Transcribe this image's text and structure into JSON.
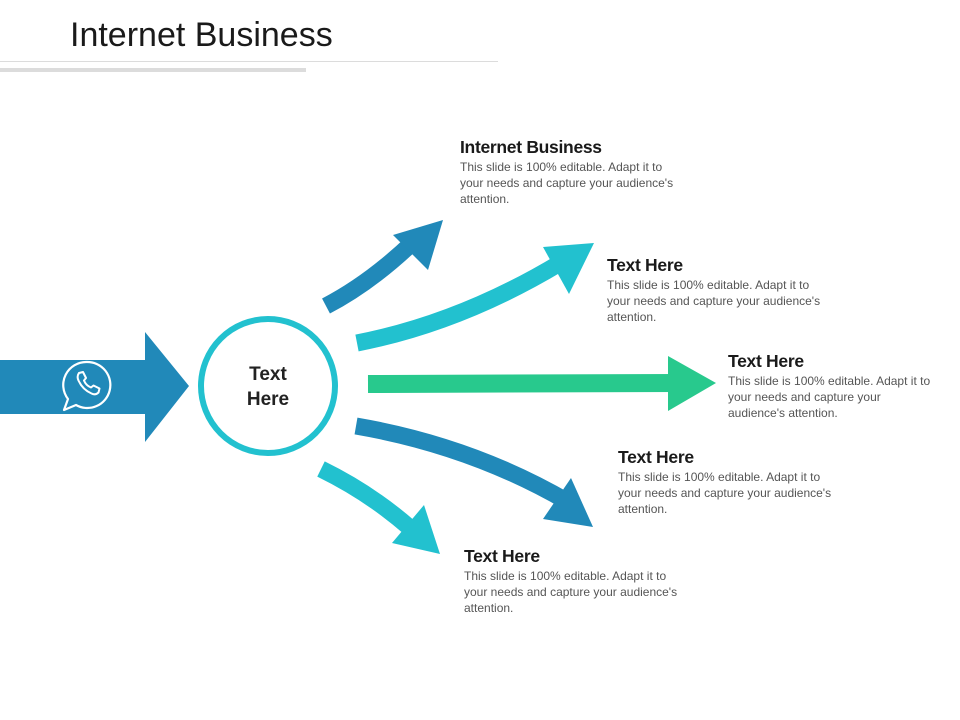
{
  "slide": {
    "title": "Internet Business"
  },
  "center": {
    "label_line1": "Text",
    "label_line2": "Here",
    "icon": "phone-chat-icon"
  },
  "colors": {
    "dark_blue": "#2189b9",
    "light_blue": "#22c1cf",
    "green": "#28c98d",
    "ring": "#22c1cf"
  },
  "items": [
    {
      "heading": "Internet Business",
      "body": "This slide is 100% editable. Adapt it to your needs and capture your audience's attention."
    },
    {
      "heading": "Text Here",
      "body": "This slide is 100% editable. Adapt it to your needs and capture your audience's attention."
    },
    {
      "heading": "Text Here",
      "body": "This slide is 100% editable. Adapt it to your needs and capture your audience's attention."
    },
    {
      "heading": "Text Here",
      "body": "This slide is 100% editable. Adapt it to your needs and capture your audience's attention."
    },
    {
      "heading": "Text Here",
      "body": "This slide is 100% editable. Adapt it to your needs and capture your audience's attention."
    }
  ]
}
